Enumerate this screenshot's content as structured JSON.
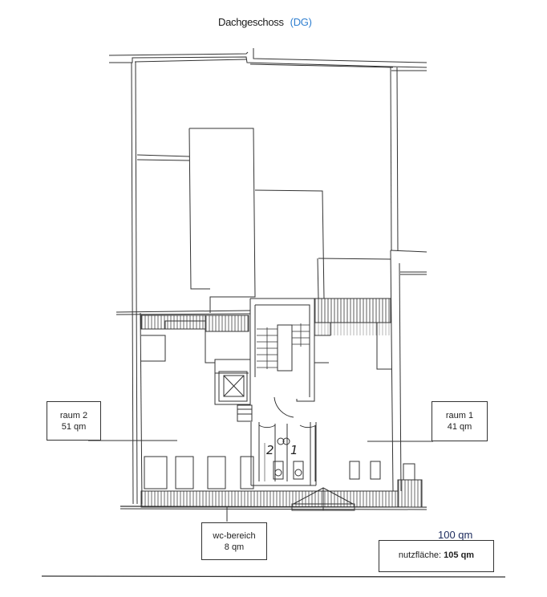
{
  "header": {
    "title": "Dachgeschoss",
    "subtitle": "(DG)"
  },
  "colors": {
    "subtitle": "#2f7fd0",
    "total_note": "#1b2a5c",
    "lines": "#333333"
  },
  "rooms": [
    {
      "id": "raum-2",
      "name": "raum 2",
      "area": "51 qm"
    },
    {
      "id": "raum-1",
      "name": "raum 1",
      "area": "41 qm"
    },
    {
      "id": "wc-bereich",
      "name": "wc-bereich",
      "area": "8 qm"
    }
  ],
  "wc_cabins": [
    "2",
    "1"
  ],
  "summary": {
    "note": "100 qm",
    "label": "nutzfläche:",
    "value": "105 qm"
  }
}
